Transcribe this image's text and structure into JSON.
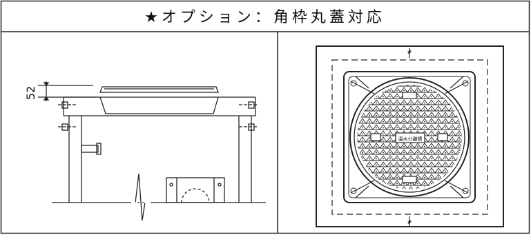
{
  "header": {
    "title": "★オプション：角枠丸蓋対応"
  },
  "left_view": {
    "dimension_label": "52"
  },
  "right_view": {
    "cover_label": "温水分離槽",
    "top_mark": "#",
    "bottom_mark": "#"
  }
}
